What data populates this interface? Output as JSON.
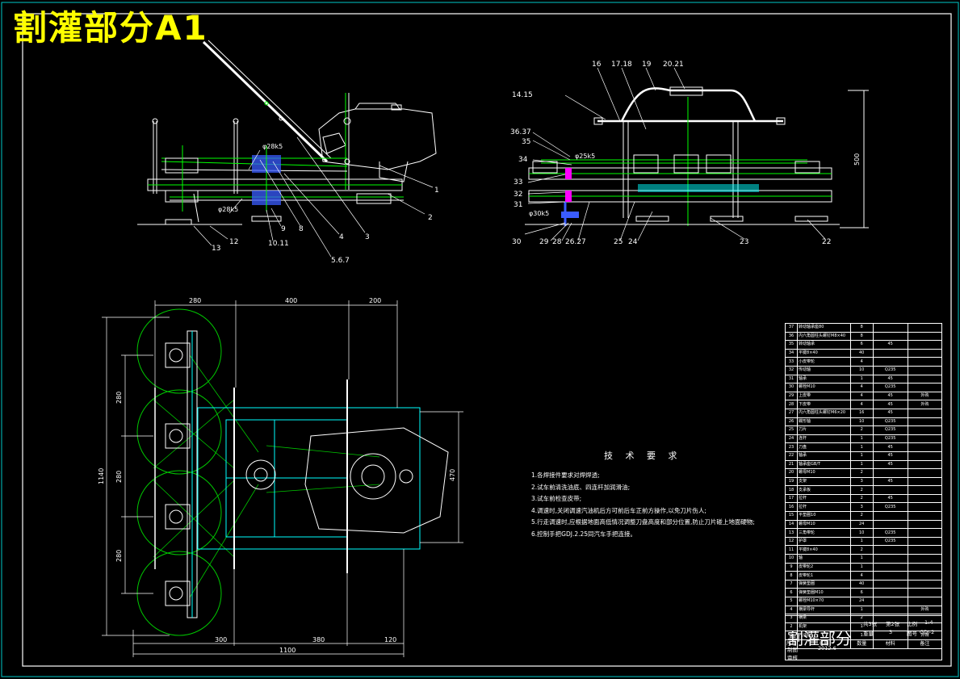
{
  "sheet": {
    "title": "割灌部分A1",
    "colors": {
      "background": "#000000",
      "frame": "#ffffff",
      "green": "#00c800",
      "cyan": "#00ffff",
      "yellow": "#ffff00",
      "blue": "#3a5cff",
      "magenta": "#ff00ff"
    }
  },
  "side_view_labels": {
    "l1": "1",
    "l2": "2",
    "l3": "3",
    "l4": "4",
    "l567": "5.6.7",
    "l8": "8",
    "l9": "9",
    "l1011": "10.11",
    "l12": "12",
    "l13": "13",
    "d1": "φ28k5",
    "d2": "φ28k5"
  },
  "front_view_labels": {
    "l16": "16",
    "l1718": "17.18",
    "l19": "19",
    "l2021": "20.21",
    "l1415": "14.15",
    "l3637": "36.37",
    "l35": "35",
    "l34": "34",
    "l33": "33",
    "l32": "32",
    "l31": "31",
    "l30": "30",
    "l29": "29",
    "l28": "28",
    "l2627": "26.27",
    "l25": "25",
    "l24": "24",
    "l23": "23",
    "l22": "22",
    "d1": "φ25k5",
    "d2": "φ30k5",
    "h500": "500"
  },
  "plan_view_dims": {
    "top": [
      "280",
      "400",
      "200"
    ],
    "left": [
      "280",
      "280",
      "280"
    ],
    "overall_h": "1140",
    "right_h": "470",
    "bottom": [
      "300",
      "380",
      "120"
    ],
    "overall_w": "1100"
  },
  "tech_req": {
    "title": "技 术 要 求",
    "lines": [
      "1.各焊接件要求对焊焊透;",
      "2.试车前清洗油底、四连杆加润滑油;",
      "3.试车前检查皮带;",
      "4.调速时,关闭调速汽油机后方可前后车正前方操作,以免刀片伤人;",
      "5.行走调速时,应根据地面高低情况调整刀盘高度和部分位置,防止刀片碰上地面硬物;",
      "6.控制手把GDJ.2.25同汽车手把连接。"
    ]
  },
  "parts": [
    [
      "37",
      "转动轴承座80",
      "8",
      "",
      ""
    ],
    [
      "36",
      "内六角圆柱头螺钉M8×40",
      "8",
      "",
      ""
    ],
    [
      "35",
      "转动轴承",
      "6",
      "45",
      ""
    ],
    [
      "34",
      "平键8×40",
      "40",
      "",
      ""
    ],
    [
      "33",
      "小皮带轮",
      "4",
      "",
      ""
    ],
    [
      "32",
      "传动轴",
      "10",
      "Q235",
      ""
    ],
    [
      "31",
      "轴承",
      "1",
      "45",
      ""
    ],
    [
      "30",
      "螺栓M10",
      "4",
      "Q235",
      ""
    ],
    [
      "29",
      "上皮带",
      "4",
      "45",
      "外购"
    ],
    [
      "28",
      "下皮带",
      "4",
      "45",
      "外购"
    ],
    [
      "27",
      "内六角圆柱头螺钉M6×20",
      "16",
      "45",
      ""
    ],
    [
      "26",
      "蝶形轴",
      "10",
      "Q235",
      ""
    ],
    [
      "25",
      "刀片",
      "2",
      "Q235",
      ""
    ],
    [
      "24",
      "连杆",
      "1",
      "Q235",
      ""
    ],
    [
      "23",
      "刀盘",
      "1",
      "45",
      ""
    ],
    [
      "22",
      "轴承",
      "1",
      "45",
      ""
    ],
    [
      "21",
      "轴承座GB/T",
      "1",
      "45",
      ""
    ],
    [
      "20",
      "螺母M10",
      "2",
      "",
      ""
    ],
    [
      "19",
      "支架",
      "3",
      "45",
      ""
    ],
    [
      "18",
      "支承板",
      "2",
      "",
      ""
    ],
    [
      "17",
      "拉杆",
      "2",
      "45",
      ""
    ],
    [
      "16",
      "拉杆",
      "3",
      "Q235",
      ""
    ],
    [
      "15",
      "平垫圈10",
      "2",
      "",
      ""
    ],
    [
      "14",
      "螺母M10",
      "24",
      "",
      ""
    ],
    [
      "13",
      "三角带轮",
      "10",
      "Q235",
      ""
    ],
    [
      "12",
      "护罩",
      "1",
      "Q235",
      ""
    ],
    [
      "11",
      "平键8×40",
      "2",
      "",
      ""
    ],
    [
      "10",
      "轴",
      "1",
      "",
      ""
    ],
    [
      "9",
      "皮带轮2",
      "1",
      "",
      ""
    ],
    [
      "8",
      "皮带轮1",
      "4",
      "",
      ""
    ],
    [
      "7",
      "弹簧垫圈",
      "40",
      "",
      ""
    ],
    [
      "6",
      "弹簧垫圈M10",
      "6",
      "",
      ""
    ],
    [
      "5",
      "螺栓M10×70",
      "24",
      "",
      ""
    ],
    [
      "4",
      "横梁导杆",
      "1",
      "",
      "外购"
    ],
    [
      "3",
      "横梁",
      "2",
      "",
      ""
    ],
    [
      "2",
      "机架",
      "1",
      "",
      ""
    ],
    [
      "1",
      "汽油机",
      "1",
      "",
      "外购"
    ]
  ],
  "parts_header": [
    "序号",
    "名称",
    "数量",
    "材料",
    "备注"
  ],
  "title_block": {
    "name": "割灌部分",
    "c1": "共3张",
    "c2": "第2张",
    "c3": "比例",
    "c4": "1:4",
    "c5": "重量",
    "c6": "3",
    "c7": "图号",
    "c8": "GDJ-2",
    "r1": "制图",
    "r2": "2012.6",
    "r3": "审核"
  }
}
